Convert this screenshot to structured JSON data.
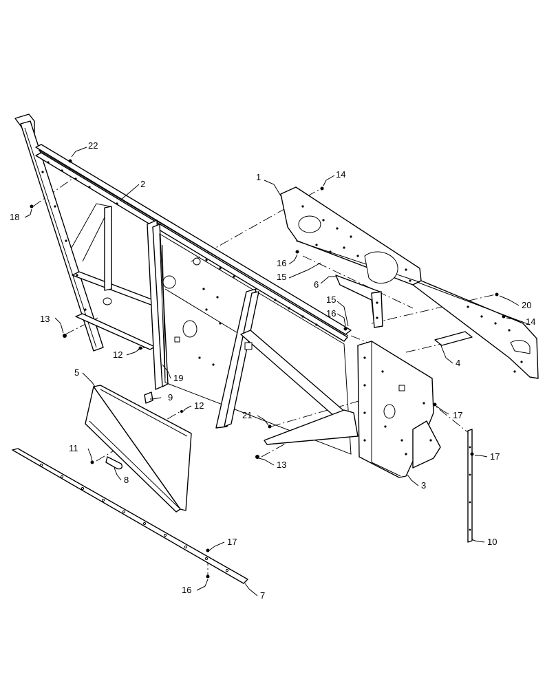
{
  "diagram": {
    "callouts": [
      {
        "id": "c22a",
        "label": "22"
      },
      {
        "id": "c2",
        "label": "2"
      },
      {
        "id": "c18",
        "label": "18"
      },
      {
        "id": "c1",
        "label": "1"
      },
      {
        "id": "c14a",
        "label": "14"
      },
      {
        "id": "c16a",
        "label": "16"
      },
      {
        "id": "c15a",
        "label": "15"
      },
      {
        "id": "c6",
        "label": "6"
      },
      {
        "id": "c15b",
        "label": "15"
      },
      {
        "id": "c16b",
        "label": "16"
      },
      {
        "id": "c20",
        "label": "20"
      },
      {
        "id": "c14b",
        "label": "14"
      },
      {
        "id": "c13a",
        "label": "13"
      },
      {
        "id": "c12a",
        "label": "12"
      },
      {
        "id": "c19",
        "label": "19"
      },
      {
        "id": "c4",
        "label": "4"
      },
      {
        "id": "c5",
        "label": "5"
      },
      {
        "id": "c9",
        "label": "9"
      },
      {
        "id": "c12b",
        "label": "12"
      },
      {
        "id": "c21",
        "label": "21"
      },
      {
        "id": "c17a",
        "label": "17"
      },
      {
        "id": "c11",
        "label": "11"
      },
      {
        "id": "c8",
        "label": "8"
      },
      {
        "id": "c13b",
        "label": "13"
      },
      {
        "id": "c3",
        "label": "3"
      },
      {
        "id": "c17b",
        "label": "17"
      },
      {
        "id": "c10",
        "label": "10"
      },
      {
        "id": "c17c",
        "label": "17"
      },
      {
        "id": "c16c",
        "label": "16"
      },
      {
        "id": "c7",
        "label": "7"
      }
    ]
  }
}
